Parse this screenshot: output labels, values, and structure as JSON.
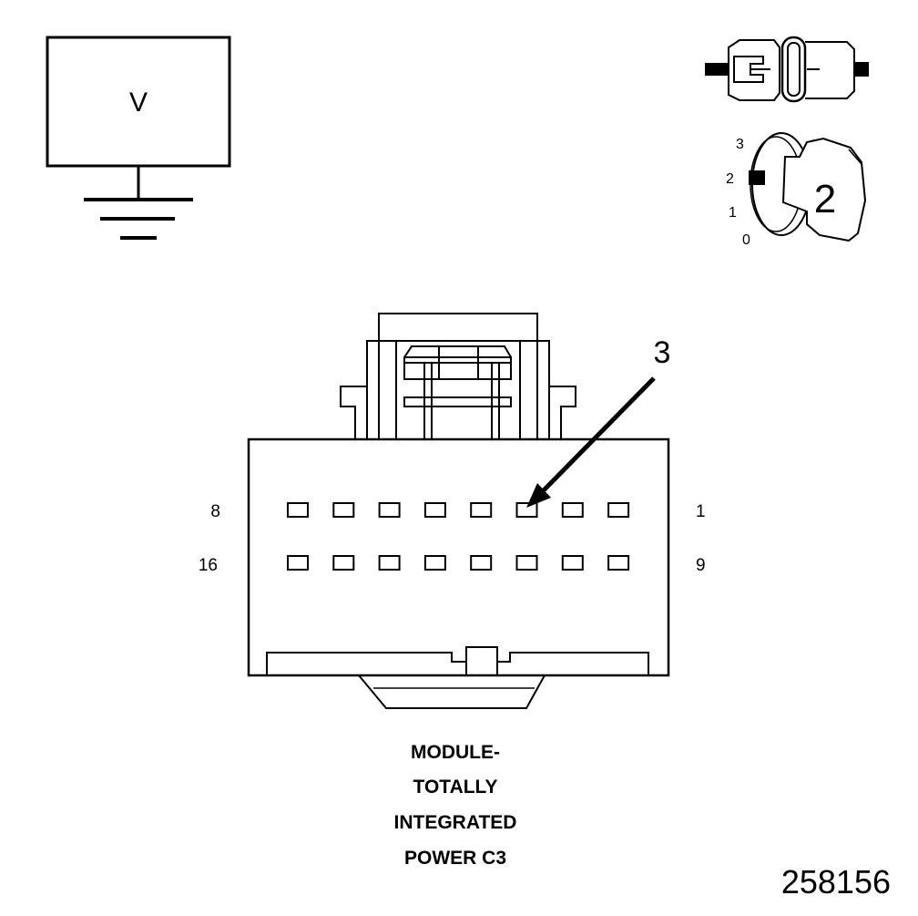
{
  "voltmeter": {
    "symbol": "V"
  },
  "ignition": {
    "positions": [
      "3",
      "2",
      "1",
      "0"
    ],
    "selected": "2",
    "step_label": "2"
  },
  "callout": {
    "label": "3",
    "target_pin": 3
  },
  "connector": {
    "pin_labels": {
      "top_left": "8",
      "top_right": "1",
      "bottom_left": "16",
      "bottom_right": "9"
    },
    "rows": 2,
    "cavities_per_row": 8,
    "caption_lines": [
      "MODULE-",
      "TOTALLY",
      "INTEGRATED",
      "POWER C3"
    ]
  },
  "figure_id": "258156"
}
